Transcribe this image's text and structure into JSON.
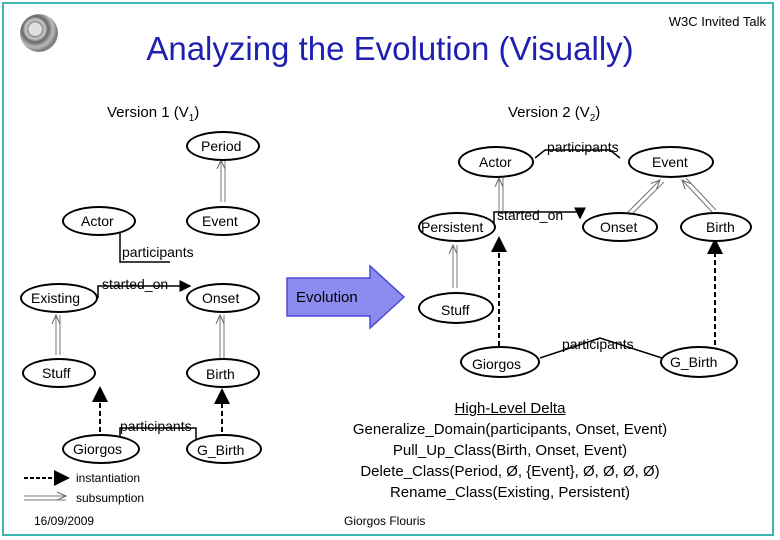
{
  "header": {
    "title": "Analyzing the Evolution (Visually)",
    "venue": "W3C Invited Talk"
  },
  "footer": {
    "date": "16/09/2009",
    "author": "Giorgos Flouris"
  },
  "v1": {
    "heading": "Version 1 (V",
    "heading_sub": "1",
    "heading_end": ")",
    "nodes": {
      "period": "Period",
      "actor": "Actor",
      "event": "Event",
      "existing": "Existing",
      "onset": "Onset",
      "stuff": "Stuff",
      "birth": "Birth",
      "giorgos": "Giorgos",
      "g_birth": "G_Birth"
    },
    "edges": {
      "participants": "participants",
      "started_on": "started_on",
      "participants2": "participants"
    }
  },
  "v2": {
    "heading": "Version 2 (V",
    "heading_sub": "2",
    "heading_end": ")",
    "nodes": {
      "actor": "Actor",
      "event": "Event",
      "persistent": "Persistent",
      "onset": "Onset",
      "birth": "Birth",
      "stuff": "Stuff",
      "giorgos": "Giorgos",
      "g_birth": "G_Birth"
    },
    "edges": {
      "participants": "participants",
      "started_on": "started_on",
      "participants2": "participants"
    }
  },
  "arrow_label": "Evolution",
  "legend": {
    "instantiation": "instantiation",
    "subsumption": "subsumption"
  },
  "delta": {
    "heading": "High-Level Delta",
    "lines": [
      "Generalize_Domain(participants, Onset, Event)",
      "Pull_Up_Class(Birth, Onset, Event)",
      "Delete_Class(Period, Ø, {Event}, Ø, Ø, Ø, Ø)",
      "Rename_Class(Existing, Persistent)"
    ]
  },
  "colors": {
    "title": "#1f1fb0",
    "frame": "#3fb5b0",
    "evolution_arrow": "#8b8bf0"
  },
  "icons": [
    "logo-icon",
    "evolution-arrow-icon"
  ]
}
